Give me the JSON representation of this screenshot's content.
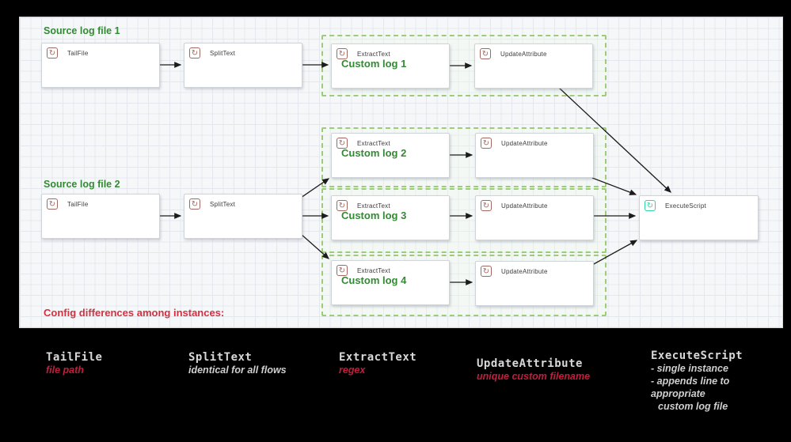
{
  "diagram": {
    "source1_label": "Source log file 1",
    "source2_label": "Source log file 2",
    "config_heading": "Config differences among instances:",
    "processors": [
      {
        "label": "TailFile"
      },
      {
        "label": "SplitText"
      },
      {
        "label": "ExtractText",
        "sublabel": "Custom log 1"
      },
      {
        "label": "UpdateAttribute"
      },
      {
        "label": "ExtractText",
        "sublabel": "Custom log 2"
      },
      {
        "label": "UpdateAttribute"
      },
      {
        "label": "TailFile"
      },
      {
        "label": "SplitText"
      },
      {
        "label": "ExtractText",
        "sublabel": "Custom log 3"
      },
      {
        "label": "UpdateAttribute"
      },
      {
        "label": "ExtractText",
        "sublabel": "Custom log 4"
      },
      {
        "label": "UpdateAttribute"
      },
      {
        "label": "ExecuteScript"
      }
    ]
  },
  "icons": {
    "processor_glyph": "↻"
  },
  "colors": {
    "heading_green": "#348a34",
    "heading_red": "#d62f3f",
    "group_border_green": "#9ccc7a",
    "icon_brown": "#a1685f",
    "icon_green": "#34d399",
    "legend_red": "#c11e3e",
    "legend_white": "#cfcfcf"
  },
  "legend": {
    "columns": [
      {
        "header": "TailFile",
        "lines": [
          {
            "text": "file path"
          }
        ]
      },
      {
        "header": "SplitText",
        "lines": [
          {
            "text": "identical for all flows"
          }
        ]
      },
      {
        "header": "ExtractText",
        "lines": [
          {
            "text": "regex"
          }
        ]
      },
      {
        "header": "UpdateAttribute",
        "lines": [
          {
            "text": "unique custom filename"
          }
        ]
      },
      {
        "header": "ExecuteScript",
        "lines": [
          {
            "text": "- single instance"
          },
          {
            "text": "- appends line to"
          },
          {
            "text": "appropriate"
          },
          {
            "text": "custom log file"
          }
        ]
      }
    ]
  }
}
